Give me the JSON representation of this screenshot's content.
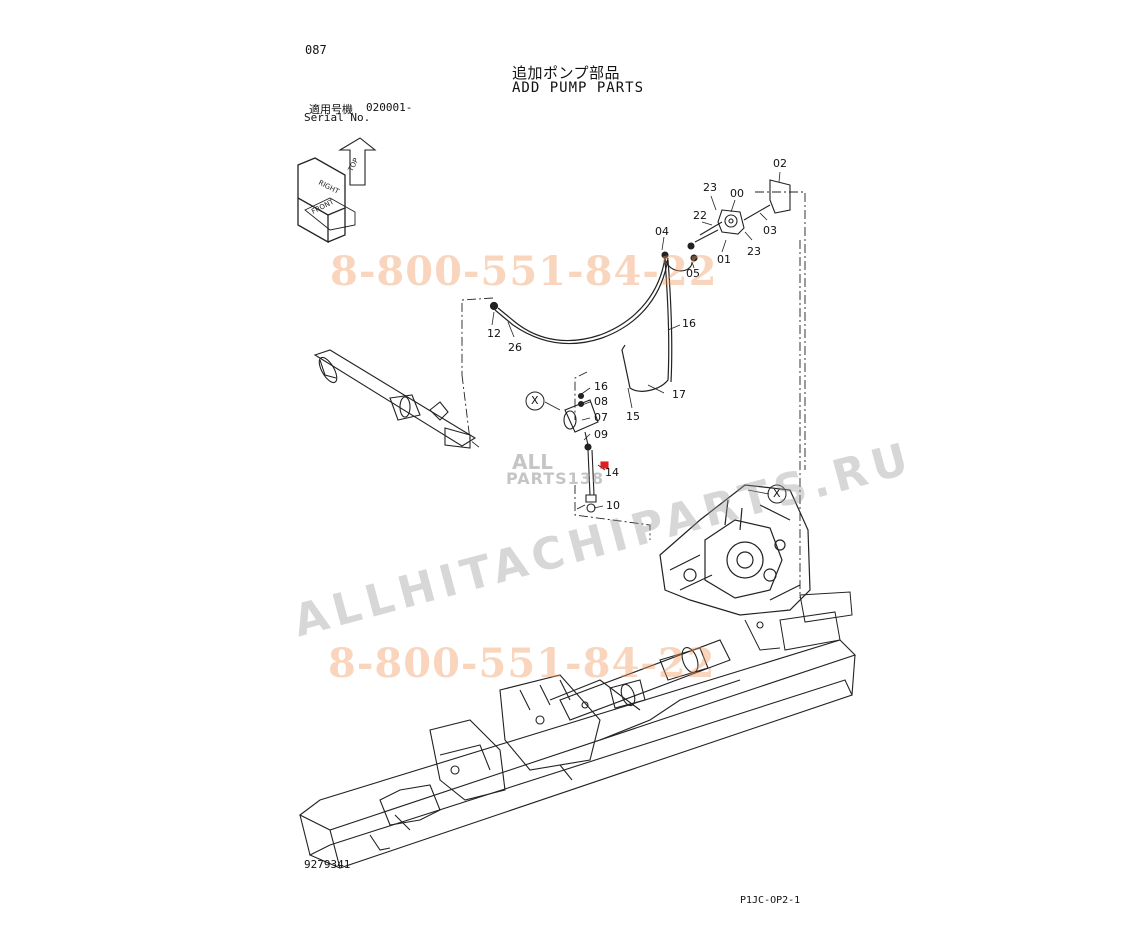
{
  "header": {
    "page_number": "087",
    "title_ja": "追加ポンプ部品",
    "title_en": "ADD PUMP PARTS",
    "serial_label_ja": "適用号機",
    "serial_value": "020001-",
    "serial_label_en": "Serial No."
  },
  "orientation_icon": {
    "labels": [
      "TOP",
      "RIGHT",
      "FRONT"
    ]
  },
  "callouts": {
    "c02": "02",
    "c23a": "23",
    "c00": "00",
    "c22": "22",
    "c03": "03",
    "c23b": "23",
    "c04": "04",
    "c01": "01",
    "c05": "05",
    "c16a": "16",
    "c12": "12",
    "c26": "26",
    "c16b": "16",
    "c08": "08",
    "c07": "07",
    "c17": "17",
    "c15": "15",
    "c09": "09",
    "c14": "14",
    "c10": "10"
  },
  "reference_markers": {
    "x_left": "X",
    "x_right": "X"
  },
  "footer": {
    "drawing_number": "9279341",
    "sheet_code": "P1JC-OP2-1"
  },
  "watermarks": {
    "phone_top": "8-800-551-84-22",
    "phone_bottom": "8-800-551-84-22",
    "site": "ALLHITACHIPARTS.RU",
    "logo_line1": "ALL",
    "logo_line2": "PARTS138"
  },
  "colors": {
    "line": "#222222",
    "phone_watermark": "#f0965a",
    "site_watermark": "#969696",
    "highlight_part": "#e01e1e"
  }
}
